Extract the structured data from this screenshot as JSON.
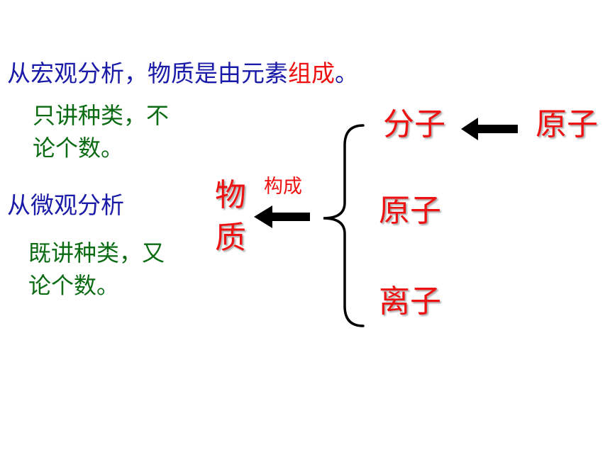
{
  "macro": {
    "prefix": "从宏观分析，物质是由元素",
    "highlight": "组成",
    "suffix": "。",
    "desc_line1": "只讲种类，不",
    "desc_line2": "论个数。"
  },
  "micro": {
    "heading": "从微观分析",
    "desc_line1": "既讲种类，又",
    "desc_line2": "论个数。"
  },
  "diagram": {
    "matter_char1": "物",
    "matter_char2": "质",
    "compose_label": "构成",
    "molecule": "分子",
    "atom_right": "原子",
    "atom_middle": "原子",
    "ion": "离子"
  },
  "colors": {
    "blue_text": "#1a1aa8",
    "red_text": "#ee1111",
    "green_text": "#0a6b12",
    "arrow": "#000000"
  }
}
